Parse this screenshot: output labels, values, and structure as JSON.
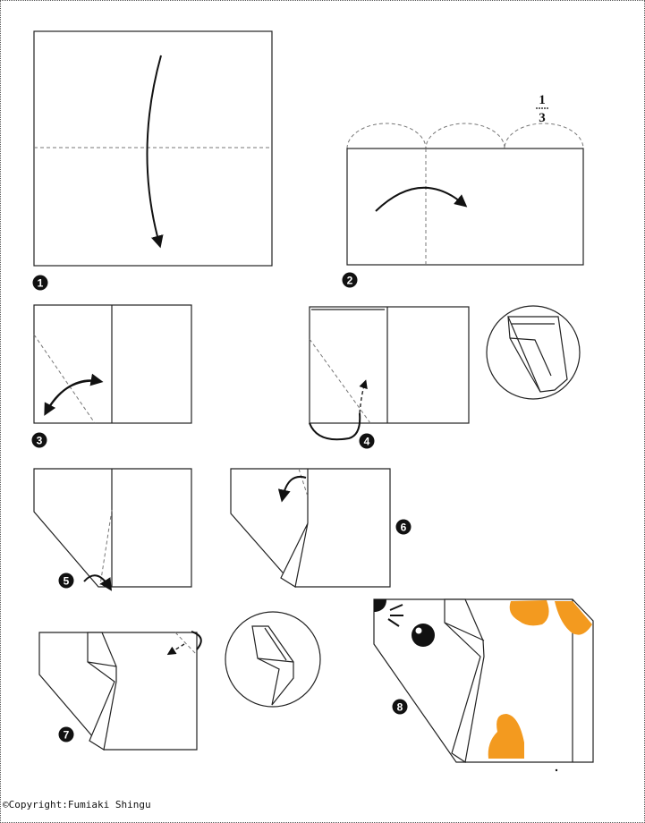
{
  "steps": [
    "1",
    "2",
    "3",
    "4",
    "5",
    "6",
    "7",
    "8"
  ],
  "fraction": {
    "numerator": "1",
    "denominator": "3"
  },
  "copyright": "©Copyright:Fumiaki Shingu",
  "colors": {
    "spot": "#f39a1f",
    "line": "#222222",
    "dash": "#777777",
    "paper": "#ffffff"
  }
}
